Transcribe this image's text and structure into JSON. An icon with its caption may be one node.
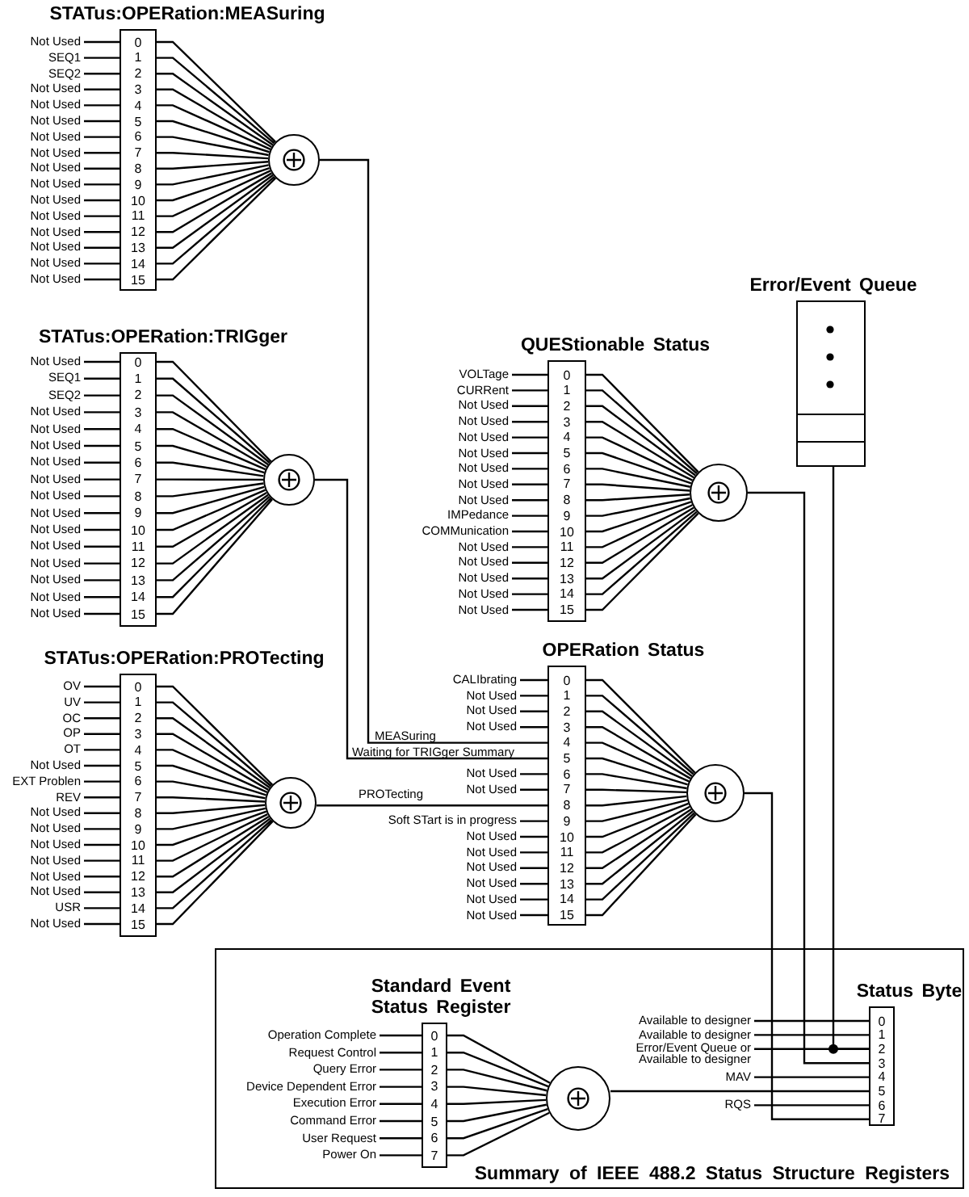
{
  "diagram": {
    "nodes": [
      {
        "text": [
          "STATus:OPERation:MEASuring",
          "0",
          "1",
          "2",
          "3",
          "4",
          "5",
          "6",
          "7",
          "8",
          "9",
          "10",
          "11",
          "12",
          "13",
          "14",
          "15"
        ],
        "beside": [
          "Not Used",
          "SEQ1",
          "SEQ2",
          "Not Used",
          "Not Used",
          "Not Used",
          "Not Used",
          "Not Used",
          "Not Used",
          "Not Used",
          "Not Used",
          "Not Used",
          "Not Used",
          "Not Used",
          "Not Used",
          "Not Used"
        ]
      },
      {
        "text": [],
        "shape": "circle"
      },
      {
        "text": [
          "STATus:OPERation:TRIGger",
          "0",
          "1",
          "2",
          "3",
          "4",
          "5",
          "6",
          "7",
          "8",
          "9",
          "10",
          "11",
          "12",
          "13",
          "14",
          "15"
        ],
        "beside": [
          "Not Used",
          "SEQ1",
          "SEQ2",
          "Not Used",
          "Not Used",
          "Not Used",
          "Not Used",
          "Not Used",
          "Not Used",
          "Not Used",
          "Not Used",
          "Not Used",
          "Not Used",
          "Not Used",
          "Not Used",
          "Not Used"
        ]
      },
      {
        "text": [],
        "shape": "circle"
      },
      {
        "text": [
          "STATus:OPERation:PROTecting",
          "0",
          "1",
          "2",
          "3",
          "4",
          "5",
          "6",
          "7",
          "8",
          "9",
          "10",
          "11",
          "12",
          "13",
          "14",
          "15"
        ],
        "beside": [
          "OV",
          "UV",
          "OC",
          "OP",
          "OT",
          "Not Used",
          "EXT Problen",
          "REV",
          "Not Used",
          "Not Used",
          "Not Used",
          "Not Used",
          "Not Used",
          "Not Used",
          "USR",
          "Not Used"
        ]
      },
      {
        "text": [],
        "shape": "circle"
      },
      {
        "text": [
          "QUEStionable Status",
          "0",
          "1",
          "2",
          "3",
          "4",
          "5",
          "6",
          "7",
          "8",
          "9",
          "10",
          "11",
          "12",
          "13",
          "14",
          "15"
        ],
        "beside": [
          "VOLTage",
          "CURRent",
          "Not Used",
          "Not Used",
          "Not Used",
          "Not Used",
          "Not Used",
          "Not Used",
          "Not Used",
          "IMPedance",
          "COMMunication",
          "Not Used",
          "Not Used",
          "Not Used",
          "Not Used",
          "Not Used"
        ]
      },
      {
        "text": [],
        "shape": "circle"
      },
      {
        "text": [
          "OPERation Status",
          "0",
          "1",
          "2",
          "3",
          "4",
          "5",
          "6",
          "7",
          "8",
          "9",
          "10",
          "11",
          "12",
          "13",
          "14",
          "15"
        ],
        "beside": [
          "CALIbrating",
          "Not Used",
          "Not Used",
          "Not Used",
          "MEASuring",
          "Waiting for TRIGger Summary",
          "Not Used",
          "Not Used",
          "PROTecting",
          "Soft STart is in progress",
          "Not Used",
          "Not Used",
          "Not Used",
          "Not Used",
          "Not Used",
          "Not Used"
        ]
      },
      {
        "text": [],
        "shape": "circle"
      },
      {
        "text": [
          "Error/Event Queue"
        ]
      },
      {
        "text": [
          "Summary of IEEE 488.2 Status Structure Registers"
        ]
      },
      {
        "text": [
          "Standard Event Status Register",
          "0",
          "1",
          "2",
          "3",
          "4",
          "5",
          "6",
          "7"
        ],
        "in": 11,
        "beside": [
          "Operation Complete",
          "Request Control",
          "Query Error",
          "Device Dependent Error",
          "Execution Error",
          "Command Error",
          "User Request",
          "Power On"
        ]
      },
      {
        "text": [],
        "shape": "circle",
        "in": 11
      },
      {
        "text": [
          "Status Byte",
          "0",
          "1",
          "2",
          "3",
          "4",
          "5",
          "6",
          "7"
        ],
        "in": 11,
        "beside": [
          "Available to designer",
          "Available to designer",
          "Error/Event Queue or Available to designer",
          "MAV",
          "RQS"
        ]
      }
    ],
    "edges": [
      {
        "from": 0,
        "to": 1,
        "arrow": "none"
      },
      {
        "from": 2,
        "to": 3,
        "arrow": "none"
      },
      {
        "from": 4,
        "to": 5,
        "arrow": "none"
      },
      {
        "from": 6,
        "to": 7,
        "arrow": "none"
      },
      {
        "from": 8,
        "to": 9,
        "arrow": "none"
      },
      {
        "from": 1,
        "to": 8,
        "arrow": "none"
      },
      {
        "from": 3,
        "to": 8,
        "arrow": "none"
      },
      {
        "from": 5,
        "to": 8,
        "arrow": "none"
      },
      {
        "from": 7,
        "to": 14,
        "arrow": "none"
      },
      {
        "from": 9,
        "to": 14,
        "arrow": "none"
      },
      {
        "from": 10,
        "to": 14,
        "arrow": "none"
      },
      {
        "from": 12,
        "to": 13,
        "arrow": "none"
      },
      {
        "from": 13,
        "to": 14,
        "arrow": "none"
      }
    ]
  }
}
